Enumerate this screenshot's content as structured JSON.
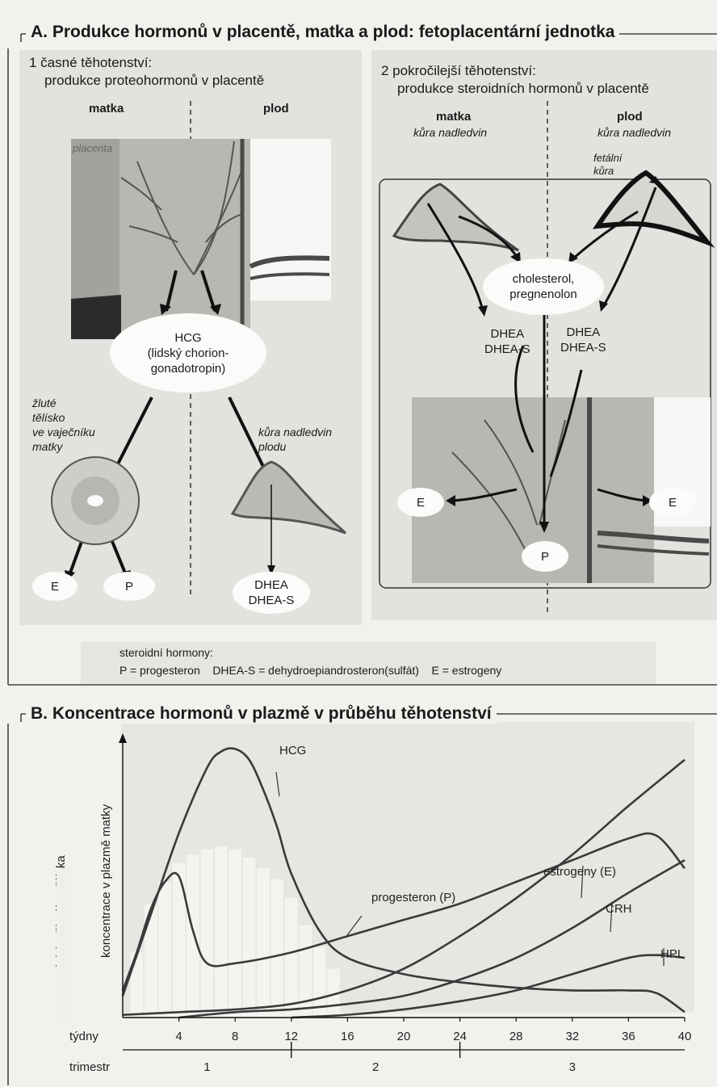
{
  "sectionA": {
    "title": "A. Produkce hormonů v placentě, matka a plod: fetoplacentární jednotka",
    "panel1": {
      "heading_line1": "1  časné těhotenství:",
      "heading_line2": "produkce proteohormonů v placentě",
      "col_mother": "matka",
      "col_fetus": "plod",
      "placenta_label": "placenta",
      "hcg_line1": "HCG",
      "hcg_line2": "(lidský chorion-",
      "hcg_line3": "gonadotropin)",
      "corpus_line1": "žluté",
      "corpus_line2": "tělísko",
      "corpus_line3": "ve vaječníku",
      "corpus_line4": "matky",
      "adrenal_line1": "kůra nadledvin",
      "adrenal_line2": "plodu",
      "out_e": "E",
      "out_p": "P",
      "dhea_line1": "DHEA",
      "dhea_line2": "DHEA-S"
    },
    "panel2": {
      "heading_line1": "2  pokročilejší těhotenství:",
      "heading_line2": "produkce steroidních hormonů v placentě",
      "col_mother": "matka",
      "col_mother_sub": "kůra nadledvin",
      "col_fetus": "plod",
      "col_fetus_sub": "kůra nadledvin",
      "fetal_cortex_line1": "fetální",
      "fetal_cortex_line2": "kůra",
      "chol_line1": "cholesterol,",
      "chol_line2": "pregnenolon",
      "dhea_left_line1": "DHEA",
      "dhea_left_line2": "DHEA-S",
      "dhea_right_line1": "DHEA",
      "dhea_right_line2": "DHEA-S",
      "out_e_left": "E",
      "out_e_right": "E",
      "out_p": "P"
    },
    "legend_line1": "steroidní hormony:",
    "legend_line2": "P = progesteron    DHEA-S = dehydroepiandrosteron(sulfát)    E = estrogeny"
  },
  "sectionB": {
    "title": "B. Koncentrace hormonů v plazmě v průběhu těhotenství",
    "chart_data": {
      "type": "line",
      "ylabel": "koncentrace v plazmě matky",
      "ylabel2": "aktivita žlutého tělíska",
      "xlabel": "týdny",
      "trimester_label": "trimestr",
      "xlim": [
        0,
        40
      ],
      "ylim": [
        0,
        100
      ],
      "xticks": [
        4,
        8,
        12,
        16,
        20,
        24,
        28,
        32,
        36,
        40
      ],
      "trimesters": [
        {
          "label": "1",
          "from": 0,
          "to": 12
        },
        {
          "label": "2",
          "from": 12,
          "to": 24
        },
        {
          "label": "3",
          "from": 24,
          "to": 40
        }
      ],
      "corpus_luteum_bars": {
        "x": [
          1,
          2,
          3,
          4,
          5,
          6,
          7,
          8,
          9,
          10,
          11,
          12,
          13,
          14,
          15
        ],
        "values": [
          24,
          42,
          50,
          57,
          60,
          62,
          63,
          62,
          59,
          55,
          51,
          44,
          34,
          26,
          18
        ]
      },
      "series": [
        {
          "name": "HCG",
          "x": [
            0,
            2,
            4,
            6,
            7,
            8,
            9,
            10,
            11,
            12,
            14,
            16,
            20,
            24,
            28,
            32,
            36,
            38,
            40
          ],
          "values": [
            8,
            38,
            68,
            92,
            98,
            99,
            95,
            84,
            70,
            53,
            32,
            22,
            16,
            13,
            11,
            10,
            10,
            9,
            2
          ]
        },
        {
          "name": "progesteron (P)",
          "x": [
            0,
            1,
            2,
            3,
            4,
            5,
            6,
            8,
            12,
            16,
            20,
            24,
            28,
            32,
            36,
            38,
            40
          ],
          "values": [
            10,
            24,
            40,
            50,
            52,
            32,
            20,
            20,
            24,
            30,
            36,
            42,
            50,
            58,
            66,
            67,
            55
          ]
        },
        {
          "name": "estrogeny (E)",
          "x": [
            0,
            4,
            8,
            12,
            16,
            20,
            24,
            28,
            32,
            36,
            40
          ],
          "values": [
            1,
            2,
            3,
            5,
            10,
            18,
            30,
            44,
            60,
            78,
            95
          ]
        },
        {
          "name": "CRH",
          "x": [
            4,
            8,
            12,
            16,
            20,
            24,
            28,
            32,
            36,
            40
          ],
          "values": [
            0,
            2,
            3,
            5,
            8,
            14,
            22,
            33,
            46,
            58
          ]
        },
        {
          "name": "HPL",
          "x": [
            12,
            16,
            20,
            24,
            28,
            32,
            36,
            38,
            40
          ],
          "values": [
            0,
            1,
            3,
            6,
            10,
            16,
            22,
            23,
            22
          ]
        }
      ],
      "label_positions_note": "",
      "grid": false
    }
  }
}
